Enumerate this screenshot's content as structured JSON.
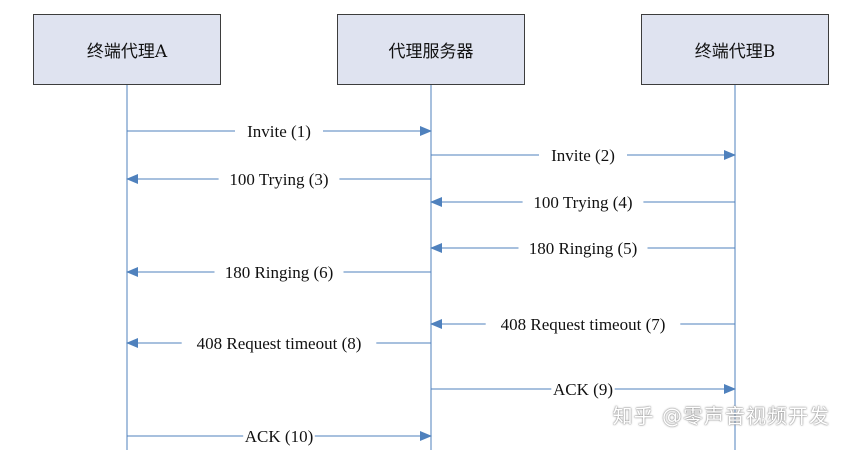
{
  "participants": [
    {
      "id": "A",
      "label": "终端代理A"
    },
    {
      "id": "P",
      "label": "代理服务器"
    },
    {
      "id": "B",
      "label": "终端代理B"
    }
  ],
  "messages": [
    {
      "from": "A",
      "to": "P",
      "label": "Invite (1)"
    },
    {
      "from": "P",
      "to": "B",
      "label": "Invite (2)"
    },
    {
      "from": "P",
      "to": "A",
      "label": "100 Trying (3)"
    },
    {
      "from": "B",
      "to": "P",
      "label": "100 Trying (4)"
    },
    {
      "from": "B",
      "to": "P",
      "label": "180 Ringing (5)"
    },
    {
      "from": "P",
      "to": "A",
      "label": "180 Ringing (6)"
    },
    {
      "from": "B",
      "to": "P",
      "label": "408 Request timeout (7)"
    },
    {
      "from": "P",
      "to": "A",
      "label": "408 Request timeout (8)"
    },
    {
      "from": "P",
      "to": "B",
      "label": "ACK (9)"
    },
    {
      "from": "A",
      "to": "P",
      "label": "ACK (10)"
    }
  ],
  "watermark": "知乎 @零声音视频开发",
  "colors": {
    "line": "#4f81bd",
    "box_fill": "#dfe3f0",
    "box_border": "#3d3d3d"
  }
}
